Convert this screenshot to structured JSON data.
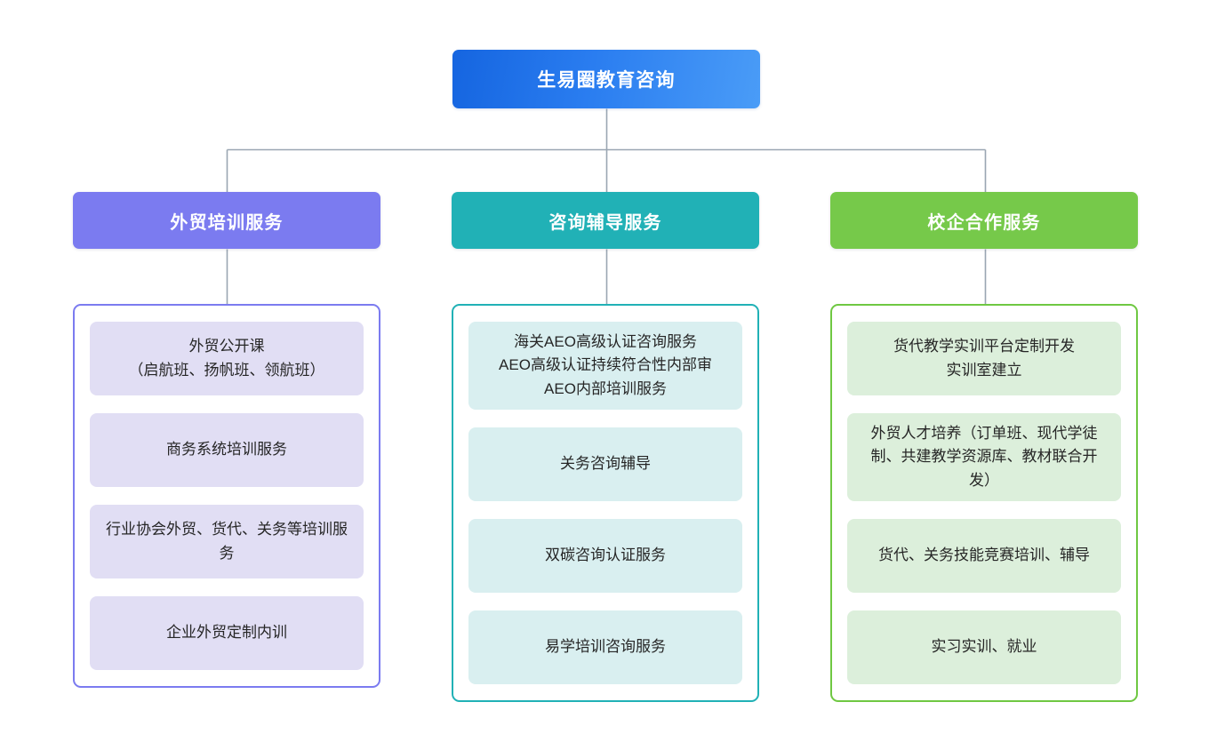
{
  "diagram": {
    "type": "organization-chart",
    "orientation": "top-down",
    "root": {
      "label": "生易圈教育咨询",
      "color": "#2a7df0",
      "gradient_from": "#1565e0",
      "gradient_to": "#4a9cf7",
      "text_color": "#ffffff"
    },
    "connector_color": "#9aa6b2",
    "branches": [
      {
        "label": "外贸培训服务",
        "color": "#7b7bf0",
        "card_color": "#e1def4",
        "border_color": "#7b7bf0",
        "items": [
          "外贸公开课\n（启航班、扬帆班、领航班）",
          "商务系统培训服务",
          "行业协会外贸、货代、关务等培训服务",
          "企业外贸定制内训"
        ]
      },
      {
        "label": "咨询辅导服务",
        "color": "#21b1b6",
        "card_color": "#d9eff0",
        "border_color": "#21b1b6",
        "items": [
          "海关AEO高级认证咨询服务\nAEO高级认证持续符合性内部审\nAEO内部培训服务",
          "关务咨询辅导",
          "双碳咨询认证服务",
          "易学培训咨询服务"
        ]
      },
      {
        "label": "校企合作服务",
        "color": "#76c94a",
        "card_color": "#dcefdb",
        "border_color": "#6fc842",
        "items": [
          "货代教学实训平台定制开发\n实训室建立",
          "外贸人才培养（订单班、现代学徒制、共建教学资源库、教材联合开发）",
          "货代、关务技能竞赛培训、辅导",
          "实习实训、就业"
        ]
      }
    ]
  }
}
